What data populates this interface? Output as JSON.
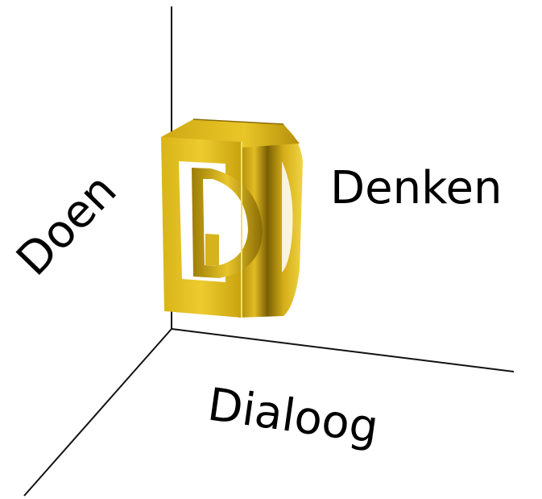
{
  "axes": {
    "vertical": {
      "label": "Doen"
    },
    "right": {
      "label": "Denken"
    },
    "diagonal": {
      "label": "Dialoog"
    }
  },
  "object": {
    "description_icon": "3d-letter-d-cube-icon",
    "colors": {
      "base": "#e6c21e",
      "light": "#f4dc4e",
      "mid": "#cfa812",
      "dark": "#9a7a08",
      "deep": "#6f5703"
    }
  }
}
